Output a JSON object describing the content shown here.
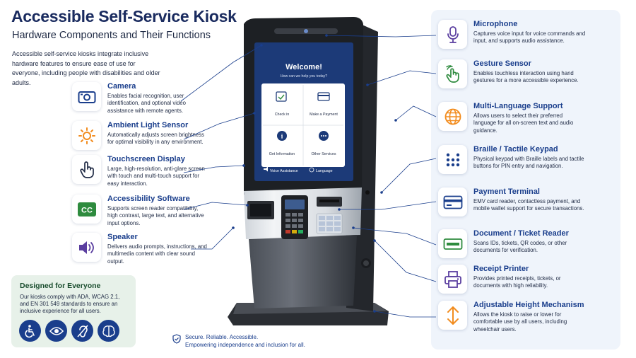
{
  "header": {
    "title": "Accessible Self-Service Kiosk",
    "subtitle": "Hardware Components and Their Functions",
    "intro": "Accessible self-service kiosks integrate inclusive hardware features to ensure ease of use for everyone, including people with disabilities and older adults."
  },
  "left_features": [
    {
      "title": "Camera",
      "desc": "Enables facial recognition, user identification, and optional video assistance with remote agents.",
      "icon": "camera-icon"
    },
    {
      "title": "Ambient Light Sensor",
      "desc": "Automatically adjusts screen brightness for optimal visibility in any environment.",
      "icon": "sun-icon"
    },
    {
      "title": "Touchscreen Display",
      "desc": "Large, high-resolution, anti-glare screen with touch and multi-touch support for easy interaction.",
      "icon": "hand-pointer-icon"
    },
    {
      "title": "Accessibility Software",
      "desc": "Supports screen reader compatibility, high contrast, large text, and alternative input options.",
      "icon": "cc-icon"
    },
    {
      "title": "Speaker",
      "desc": "Delivers audio prompts, instructions, and multimedia content with clear sound output.",
      "icon": "speaker-icon"
    }
  ],
  "right_features": [
    {
      "title": "Microphone",
      "desc": "Captures voice input for voice commands and input, and supports audio assistance.",
      "icon": "microphone-icon"
    },
    {
      "title": "Gesture Sensor",
      "desc": "Enables touchless interaction using hand gestures for a more accessible experience.",
      "icon": "gesture-hand-icon"
    },
    {
      "title": "Multi-Language Support",
      "desc": "Allows users to select their preferred language for all on-screen text and audio guidance.",
      "icon": "globe-icon"
    },
    {
      "title": "Braille / Tactile Keypad",
      "desc": "Physical keypad with Braille labels and tactile buttons for PIN entry and navigation.",
      "icon": "braille-icon"
    },
    {
      "title": "Payment Terminal",
      "desc": "EMV card reader, contactless payment, and mobile wallet support for secure transactions.",
      "icon": "card-icon"
    },
    {
      "title": "Document / Ticket Reader",
      "desc": "Scans IDs, tickets, QR codes, or other documents for verification.",
      "icon": "scanner-icon"
    },
    {
      "title": "Receipt Printer",
      "desc": "Provides printed receipts, tickets, or documents with high reliability.",
      "icon": "printer-icon"
    },
    {
      "title": "Adjustable Height Mechanism",
      "desc": "Allows the kiosk to raise or lower for comfortable use by all users, including wheelchair users.",
      "icon": "height-arrows-icon"
    }
  ],
  "screen": {
    "welcome": "Welcome!",
    "prompt": "How can we help you today?",
    "tiles": [
      "Check in",
      "Make a Payment",
      "Get Information",
      "Other Services"
    ],
    "voice": "Voice Assistance",
    "language": "Language"
  },
  "designed": {
    "title": "Designed for Everyone",
    "desc": "Our kiosks comply with ADA, WCAG 2.1, and EN 301 549 standards to ensure an inclusive experience for all users.",
    "badges": [
      "wheelchair-icon",
      "eye-icon",
      "ear-icon",
      "brain-icon"
    ]
  },
  "footer": {
    "line1": "Secure. Reliable. Accessible.",
    "line2": "Empowering independence and inclusion for all."
  },
  "colors": {
    "title": "#1a2b5f",
    "accent": "#1a3e8c",
    "screen": "#1c3a78",
    "icon_orange": "#f28c1e",
    "icon_green": "#2e8b3e",
    "icon_purple": "#5b3fa0",
    "panel_bg": "#eff4fb",
    "designed_bg": "#e7f1e9"
  }
}
